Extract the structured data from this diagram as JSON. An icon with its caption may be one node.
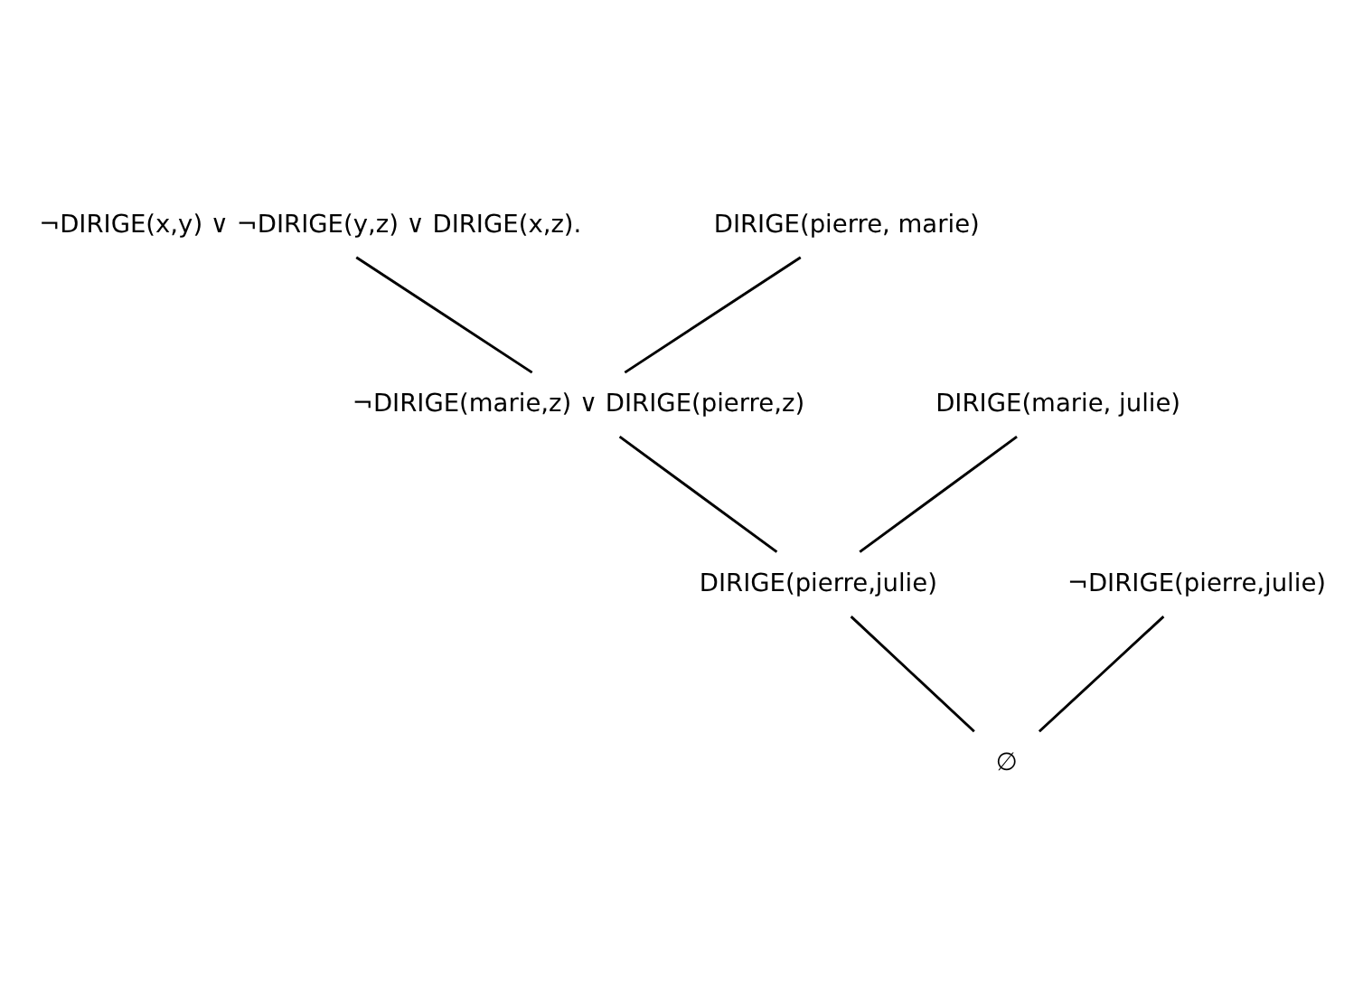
{
  "diagram": {
    "nodes": [
      {
        "text": [
          "¬DIRIGE(x,y) ∨ ¬DIRIGE(y,z) ∨ DIRIGE(x,z)."
        ]
      },
      {
        "text": [
          "DIRIGE(pierre, marie)"
        ]
      },
      {
        "text": [
          "¬DIRIGE(marie,z) ∨ DIRIGE(pierre,z)"
        ]
      },
      {
        "text": [
          "DIRIGE(marie, julie)"
        ]
      },
      {
        "text": [
          "DIRIGE(pierre,julie)"
        ]
      },
      {
        "text": [
          "¬DIRIGE(pierre,julie)"
        ]
      },
      {
        "text": [
          "∅"
        ]
      }
    ],
    "edges": [
      {
        "from": 0,
        "to": 2,
        "arrow": "none"
      },
      {
        "from": 1,
        "to": 2,
        "arrow": "none"
      },
      {
        "from": 2,
        "to": 4,
        "arrow": "none"
      },
      {
        "from": 3,
        "to": 4,
        "arrow": "none"
      },
      {
        "from": 4,
        "to": 6,
        "arrow": "none"
      },
      {
        "from": 5,
        "to": 6,
        "arrow": "none"
      }
    ]
  }
}
